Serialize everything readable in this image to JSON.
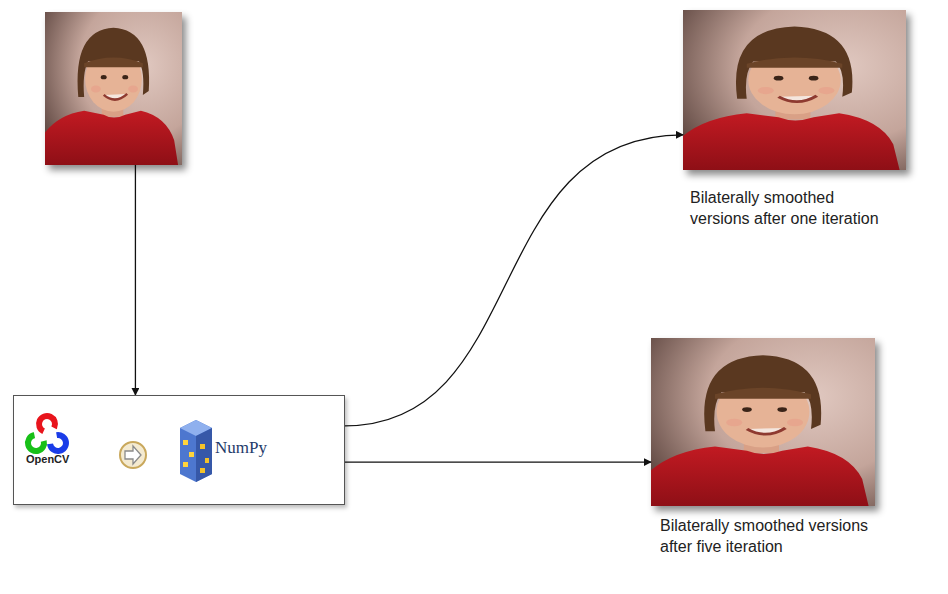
{
  "diagram": {
    "nodes": [
      {
        "text": []
      },
      {
        "text": [
          "OpenCV",
          "NumPy"
        ]
      },
      {
        "text": [
          "Bilaterally smoothed versions after one iteration"
        ]
      },
      {
        "text": [
          "Bilaterally smoothed versions after five iteration"
        ]
      }
    ],
    "edges": [
      {
        "from": 0,
        "to": 1,
        "arrow": "to"
      },
      {
        "from": 1,
        "to": 2,
        "arrow": "to"
      },
      {
        "from": 1,
        "to": 3,
        "arrow": "to"
      }
    ]
  }
}
